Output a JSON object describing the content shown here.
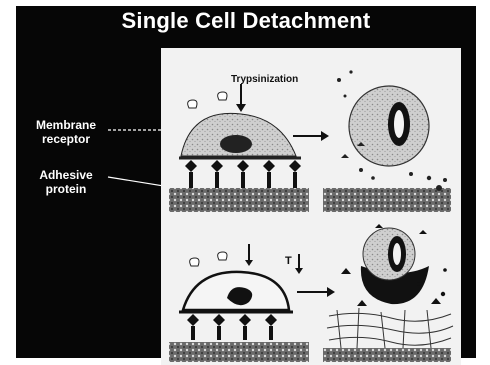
{
  "slide": {
    "title": "Single Cell Detachment",
    "background_color": "#060606",
    "text_color": "#ffffff"
  },
  "labels": {
    "membrane_line1": "Membrane",
    "membrane_line2": "receptor",
    "adhesive_line1": "Adhesive",
    "adhesive_line2": "protein"
  },
  "figure": {
    "trypsin_label": "Trypsinization",
    "t_label": "T"
  }
}
